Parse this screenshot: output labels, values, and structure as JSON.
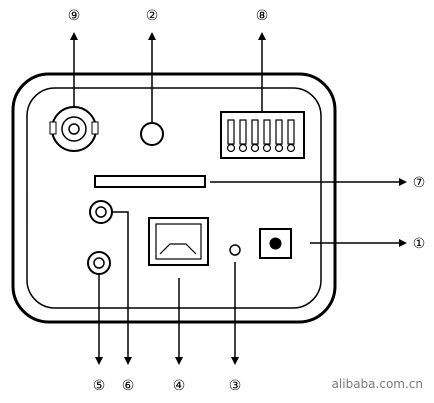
{
  "callouts": {
    "c1": "①",
    "c2": "②",
    "c3": "③",
    "c4": "④",
    "c5": "⑤",
    "c6": "⑥",
    "c7": "⑦",
    "c8": "⑧",
    "c9": "⑨"
  },
  "watermark": "alibaba.com.cn",
  "colors": {
    "line": "#000000",
    "watermark": "#7a7a7a"
  }
}
